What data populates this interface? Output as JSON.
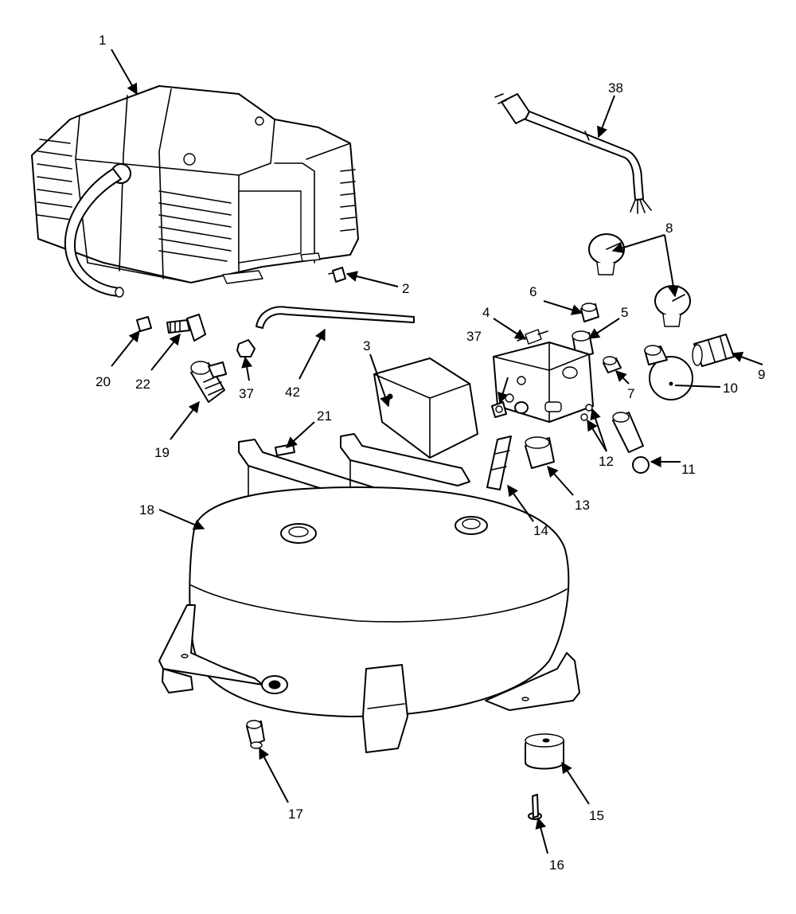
{
  "colors": {
    "ink": "#000000",
    "paper": "#ffffff"
  },
  "callouts": [
    {
      "id": "c1",
      "label": "1"
    },
    {
      "id": "c2",
      "label": "2"
    },
    {
      "id": "c3",
      "label": "3"
    },
    {
      "id": "c4",
      "label": "4"
    },
    {
      "id": "c5",
      "label": "5"
    },
    {
      "id": "c6",
      "label": "6"
    },
    {
      "id": "c7",
      "label": "7"
    },
    {
      "id": "c8",
      "label": "8"
    },
    {
      "id": "c9",
      "label": "9"
    },
    {
      "id": "c10",
      "label": "10"
    },
    {
      "id": "c11",
      "label": "11"
    },
    {
      "id": "c12",
      "label": "12"
    },
    {
      "id": "c13",
      "label": "13"
    },
    {
      "id": "c14",
      "label": "14"
    },
    {
      "id": "c15",
      "label": "15"
    },
    {
      "id": "c16",
      "label": "16"
    },
    {
      "id": "c17",
      "label": "17"
    },
    {
      "id": "c18",
      "label": "18"
    },
    {
      "id": "c19",
      "label": "19"
    },
    {
      "id": "c20",
      "label": "20"
    },
    {
      "id": "c21",
      "label": "21"
    },
    {
      "id": "c22",
      "label": "22"
    },
    {
      "id": "c37a",
      "label": "37"
    },
    {
      "id": "c37b",
      "label": "37"
    },
    {
      "id": "c38",
      "label": "38"
    },
    {
      "id": "c42",
      "label": "42"
    }
  ]
}
